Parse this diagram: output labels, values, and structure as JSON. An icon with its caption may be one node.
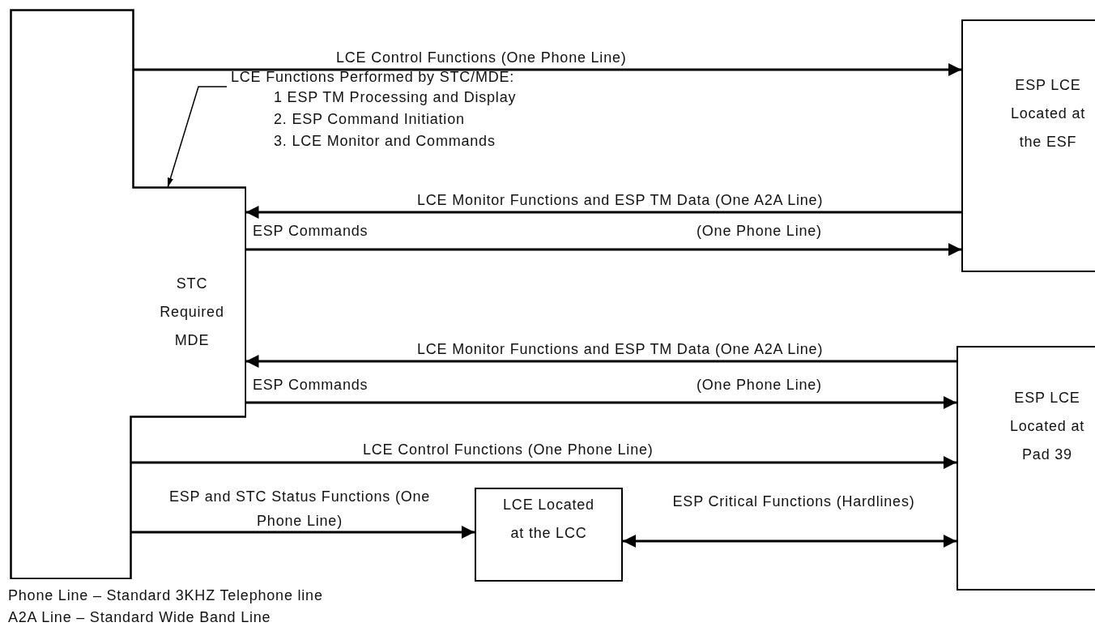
{
  "diagram": {
    "nodes": [
      {
        "text": [
          "STC Required MDE"
        ]
      },
      {
        "text": [
          "ESP LCE Located at the ESF"
        ]
      },
      {
        "text": [
          "ESP LCE Located at Pad 39"
        ]
      },
      {
        "text": [
          "LCE Located at the LCC"
        ]
      },
      {
        "text": [
          "LCE Functions Performed by STC/MDE:",
          "1 ESP TM Processing and Display",
          "2. ESP Command Initiation",
          "3. LCE Monitor and Commands"
        ]
      }
    ],
    "edges": [
      {
        "from": 0,
        "to": 1,
        "arrow": "to",
        "label": "LCE Control Functions (One Phone Line)"
      },
      {
        "from": 1,
        "to": 0,
        "arrow": "to",
        "label": "LCE Monitor Functions and ESP TM Data (One A2A Line)"
      },
      {
        "from": 0,
        "to": 1,
        "arrow": "to",
        "label": "ESP Commands"
      },
      {
        "from": 2,
        "to": 0,
        "arrow": "to",
        "label": "LCE Monitor Functions and ESP TM Data (One A2A Line)"
      },
      {
        "from": 0,
        "to": 2,
        "arrow": "to",
        "label": "ESP Commands"
      },
      {
        "from": 0,
        "to": 2,
        "arrow": "to",
        "label": "LCE Control Functions (One Phone Line)"
      },
      {
        "from": 0,
        "to": 3,
        "arrow": "to",
        "label": "ESP and STC Status Functions (One Phone Line)"
      },
      {
        "from": 3,
        "to": 2,
        "arrow": "both",
        "label": "ESP Critical Functions (Hardlines)"
      },
      {
        "from": 4,
        "to": 0,
        "arrow": "to"
      }
    ],
    "labels": [
      "(One Phone Line)",
      "(One Phone Line)",
      "Phone Line – Standard 3KHZ Telephone line",
      "A2A Line – Standard Wide Band Line"
    ]
  }
}
